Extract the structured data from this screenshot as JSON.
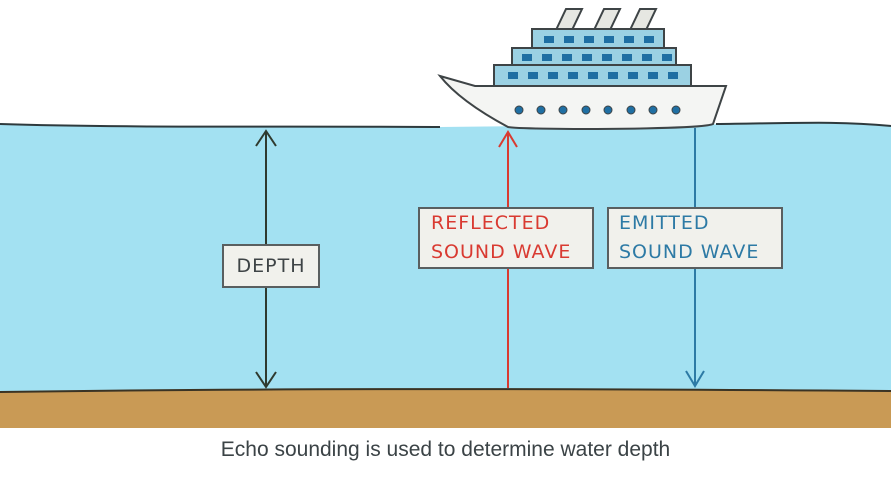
{
  "labels": {
    "depth": "DEPTH",
    "reflected_line1": "REFLECTED",
    "reflected_line2": "SOUND WAVE",
    "emitted_line1": "EMITTED",
    "emitted_line2": "SOUND WAVE"
  },
  "caption": "Echo sounding is used to determine water depth",
  "colors": {
    "water": "#a3e1f2",
    "seabed": "#c99a55",
    "reflected_wave": "#d93a31",
    "emitted_wave": "#2d7aa5",
    "depth_arrow": "#2f3a2f",
    "ship_hull": "#f4f5f3",
    "ship_cabin": "#9bd1e3",
    "ship_windows": "#1f6fa3"
  }
}
